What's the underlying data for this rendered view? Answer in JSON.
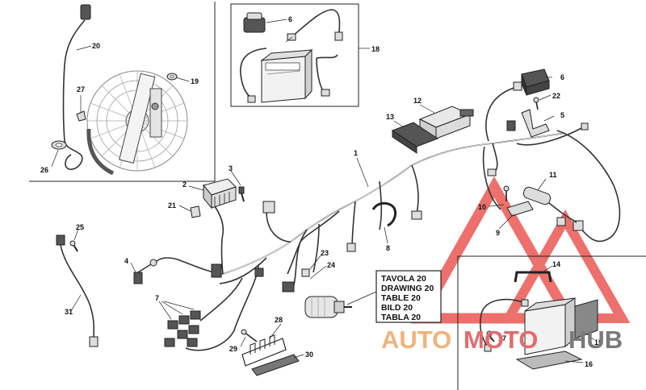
{
  "reference": {
    "lines": [
      "TAVOLA 20",
      "DRAWING 20",
      "TABLE 20",
      "BILD 20",
      "TABLA 20"
    ]
  },
  "watermark": {
    "auto": "AUTO",
    "moto": "MOTO",
    "hub": "HUB",
    "colors": {
      "auto": "#f2b27a",
      "moto": "#e36b6b",
      "hub": "#7a7a7a",
      "triangle": "#e7413c"
    }
  },
  "callouts": {
    "c1": "1",
    "c2": "2",
    "c3": "3",
    "c4": "4",
    "c5": "5",
    "c6a": "6",
    "c6b": "6",
    "c7": "7",
    "c8": "8",
    "c9": "9",
    "c10": "10",
    "c11": "11",
    "c12": "12",
    "c13": "13",
    "c14": "14",
    "c15": "15",
    "c16": "16",
    "c17": "17",
    "c18": "18",
    "c19": "19",
    "c20": "20",
    "c21": "21",
    "c22": "22",
    "c23": "23",
    "c24": "24",
    "c25": "25",
    "c26": "26",
    "c27": "27",
    "c28": "28",
    "c29": "29",
    "c30": "30",
    "c31": "31"
  }
}
